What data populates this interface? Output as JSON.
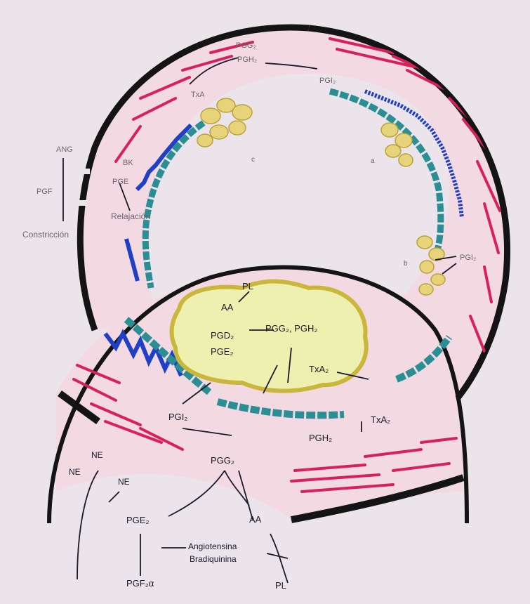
{
  "labels": {
    "pgg2_top": "PGG₂",
    "pgh2_top": "PGH₂",
    "pgi_top": "PGI₂",
    "txa_top": "TxA",
    "c_label": "c",
    "a_label": "a",
    "b_label": "b",
    "pgi2_right": "PGI₂",
    "ang": "ANG",
    "bk": "BK",
    "pgf": "PGF",
    "pge_left": "PGE",
    "relajacion": "Relajación",
    "constriccion": "Constricción",
    "pl_top": "PL",
    "aa_mid": "AA",
    "pgg2_pgh2": "PGG₂, PGH₂",
    "pgd2": "PGD₂",
    "pge2_inner": "PGE₂",
    "txa2_inner": "TxA₂",
    "pgi2_lower": "PGI₂",
    "pgh2_lower": "PGH₂",
    "txa2_lower": "TxA₂",
    "pgg2_lower": "PGG₂",
    "ne_1": "NE",
    "ne_2": "NE",
    "ne_3": "NE",
    "pge2_lower": "PGE₂",
    "aa_lower": "AA",
    "angiotensina": "Angiotensina",
    "bradiquinina": "Bradiquinina",
    "pgf2a": "PGF₂α",
    "pl_lower": "PL"
  },
  "colors": {
    "background": "#ebe4ea",
    "vessel_fill": "#f2d9e2",
    "wall_outline": "#141414",
    "muscle_red": "#d8205a",
    "elastic_blue": "#1f3fc4",
    "endothelium_teal": "#2a8e95",
    "platelet_yellow": "#e7d37a",
    "cell_fill": "#eef0b0",
    "cell_outline": "#c9b63a"
  }
}
